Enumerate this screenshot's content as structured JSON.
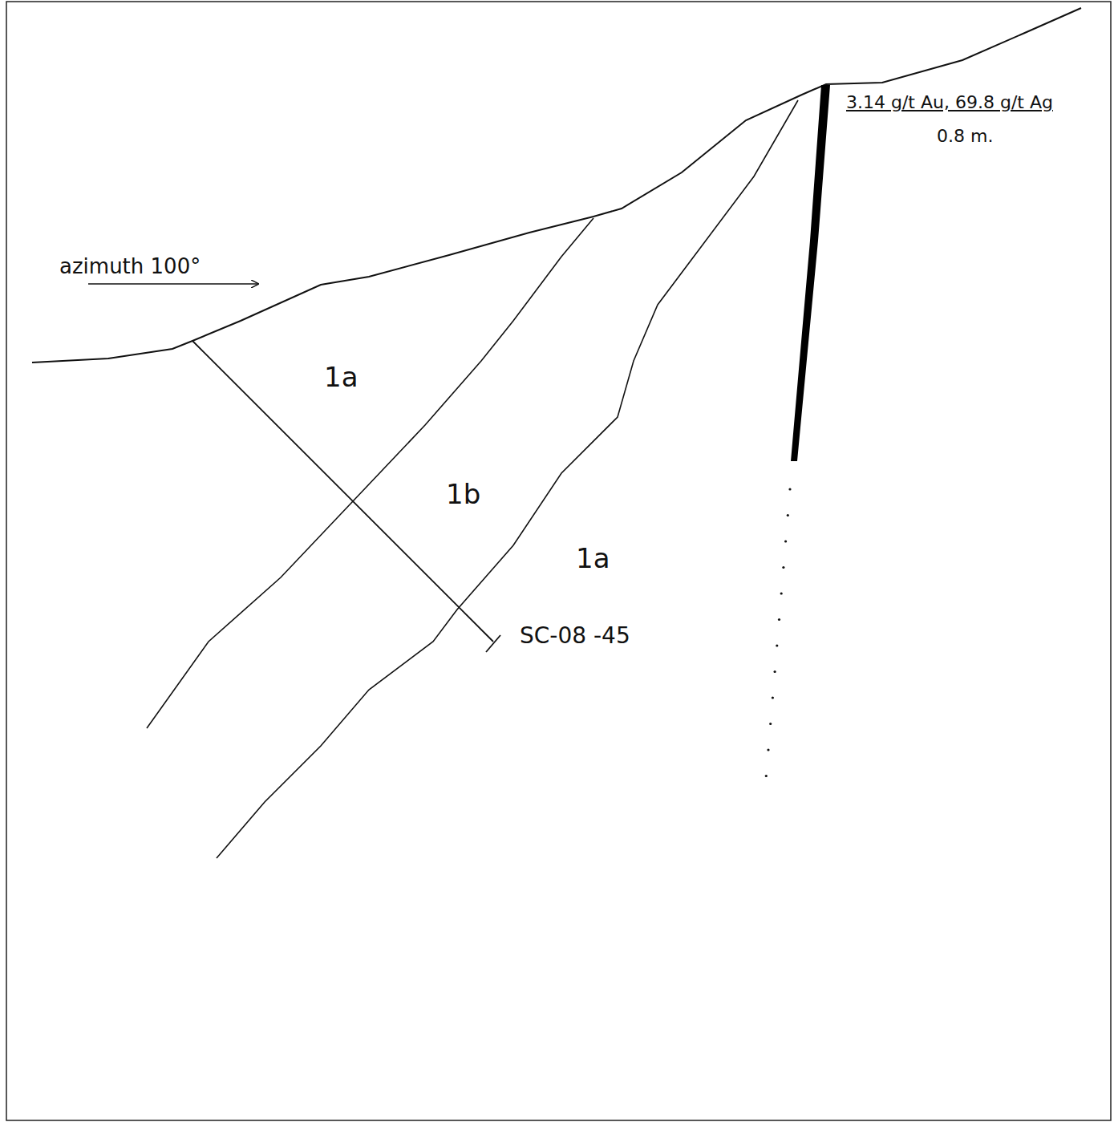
{
  "diagram": {
    "labels": [
      "azimuth 100°",
      "1a",
      "1b",
      "1a",
      "SC-08 -45",
      "3.14 g/t Au, 69.8 g/t Ag",
      "0.8 m."
    ]
  }
}
